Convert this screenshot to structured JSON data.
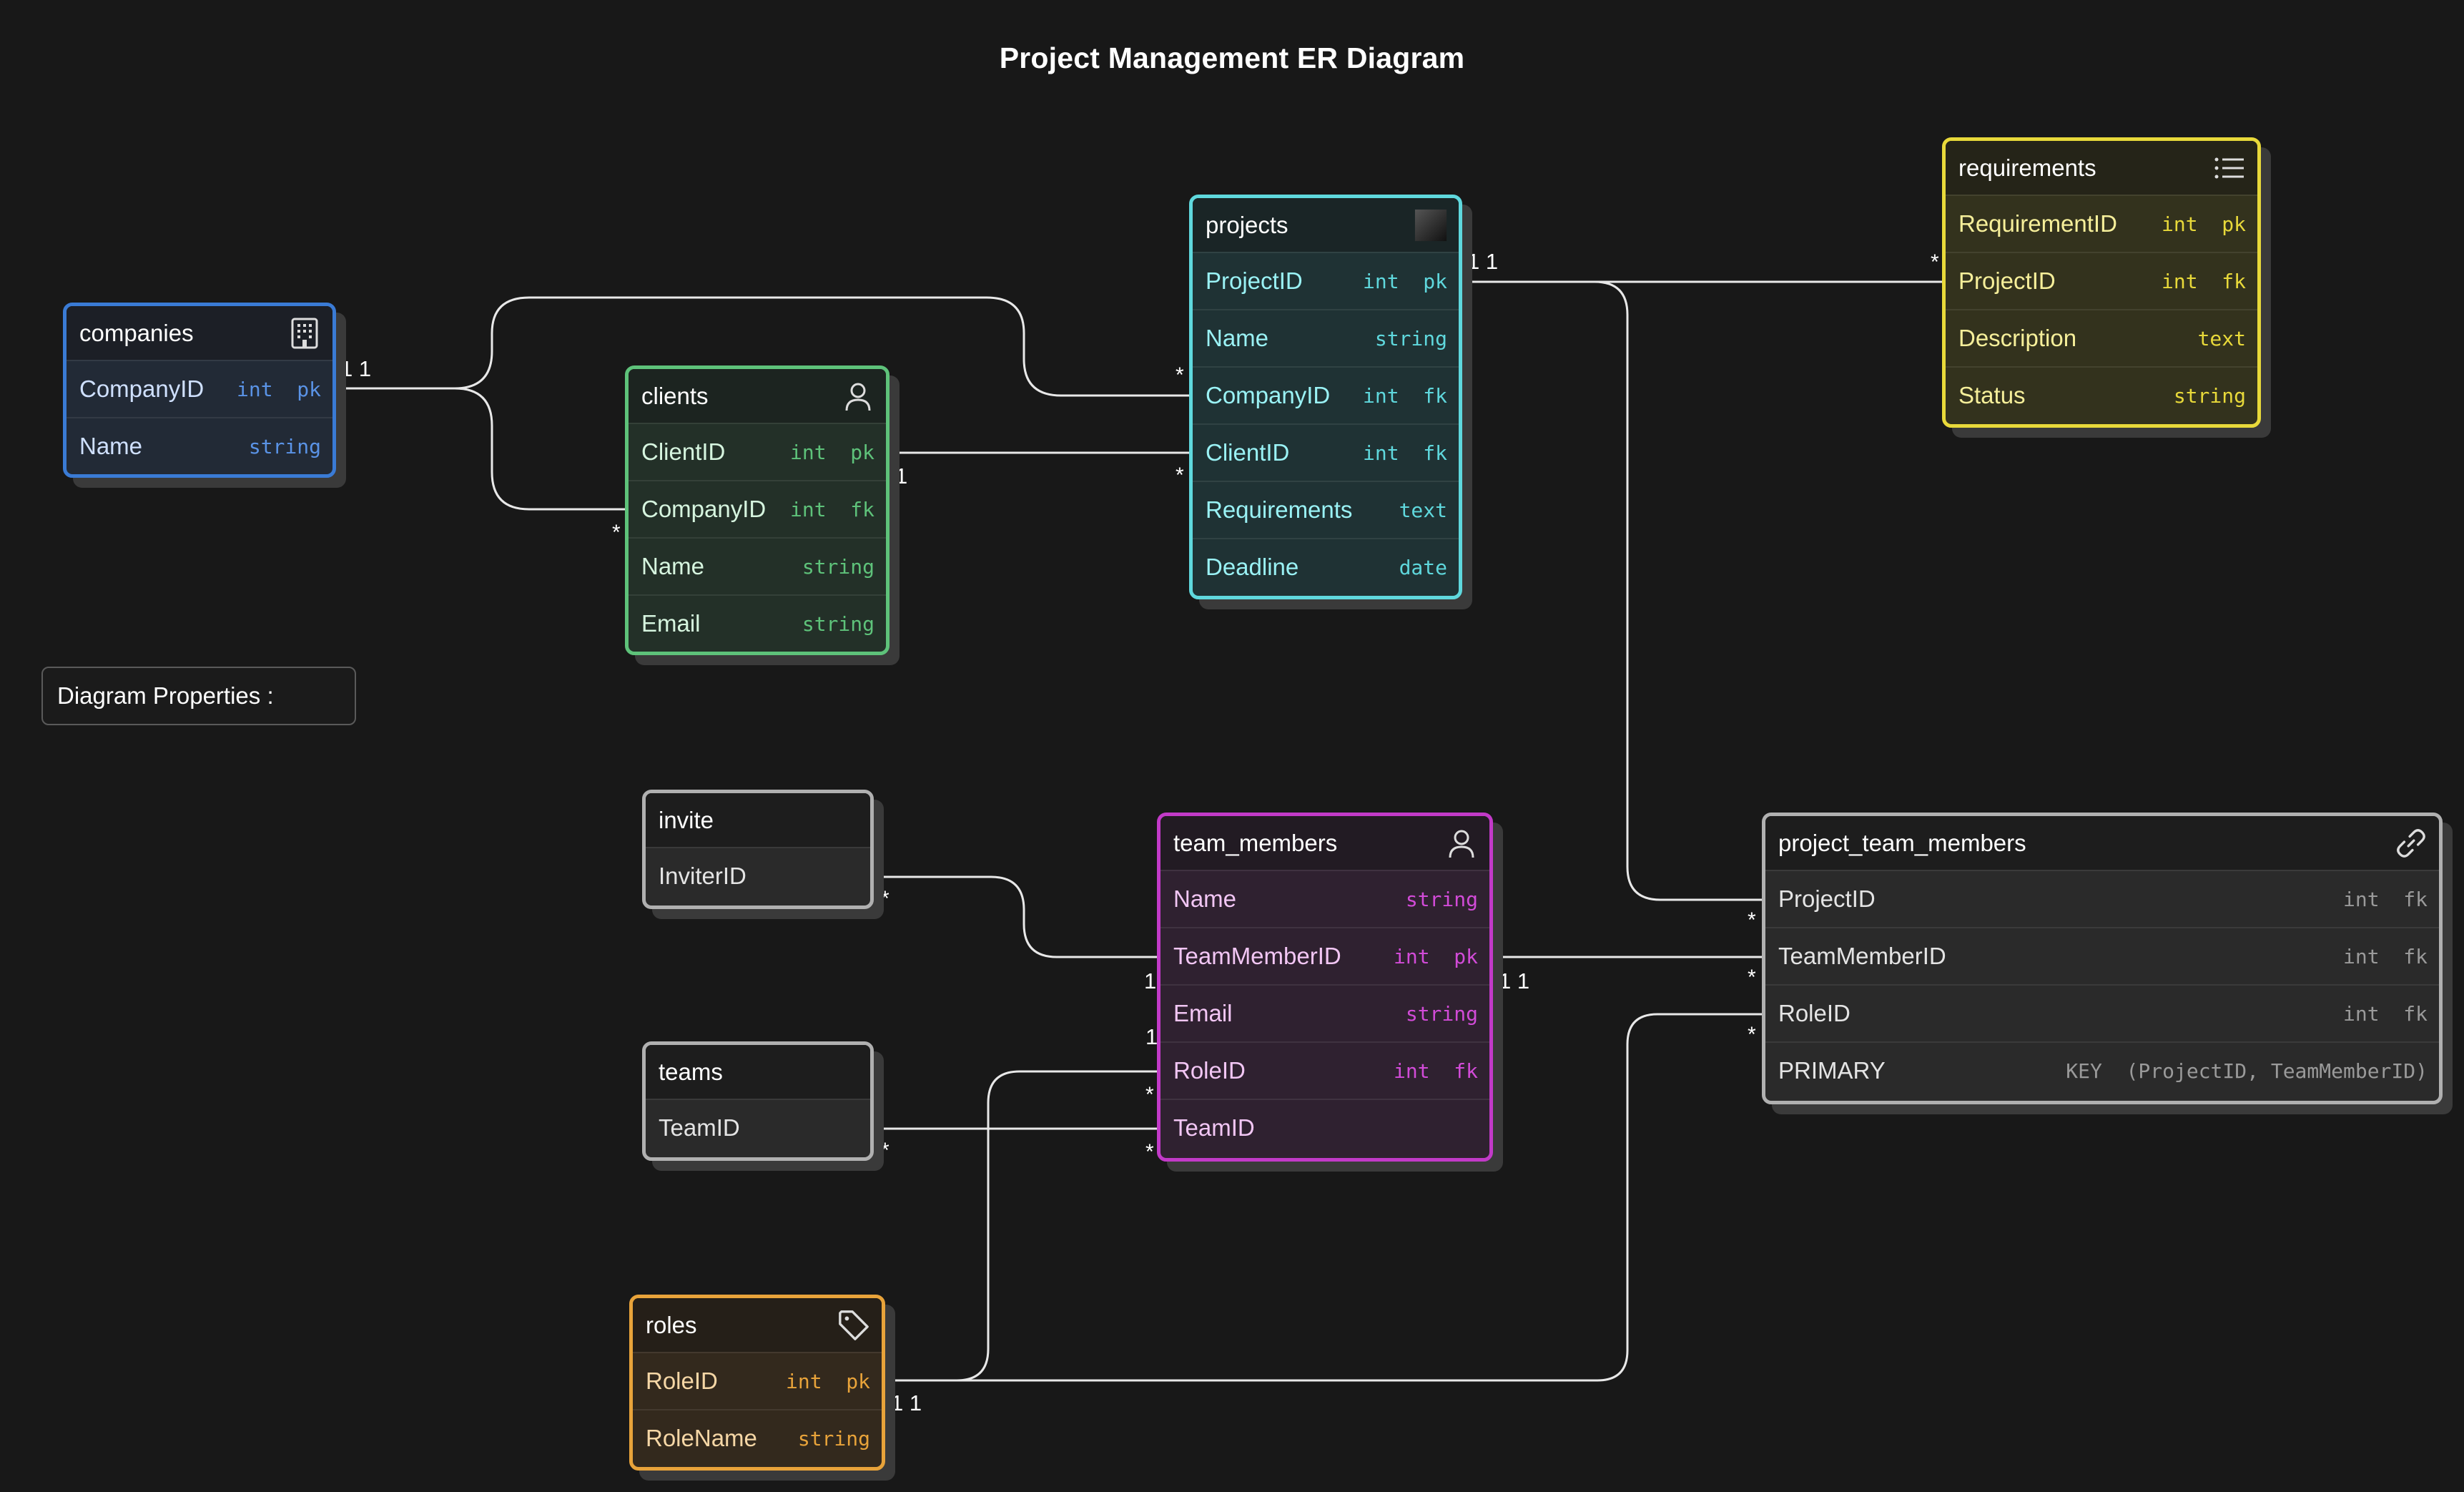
{
  "diagram": {
    "title": "Project Management ER Diagram",
    "properties_label": "Diagram Properties :"
  },
  "entities": {
    "companies": {
      "name": "companies",
      "icon": "building-icon",
      "color": "#3a7bd5",
      "fields": [
        {
          "name": "CompanyID",
          "type": "int  pk"
        },
        {
          "name": "Name",
          "type": "string"
        }
      ]
    },
    "clients": {
      "name": "clients",
      "icon": "person-icon",
      "color": "#5ec27a",
      "fields": [
        {
          "name": "ClientID",
          "type": "int  pk"
        },
        {
          "name": "CompanyID",
          "type": "int  fk"
        },
        {
          "name": "Name",
          "type": "string"
        },
        {
          "name": "Email",
          "type": "string"
        }
      ]
    },
    "projects": {
      "name": "projects",
      "icon": "square-icon",
      "color": "#5fd8dd",
      "fields": [
        {
          "name": "ProjectID",
          "type": "int  pk"
        },
        {
          "name": "Name",
          "type": "string"
        },
        {
          "name": "CompanyID",
          "type": "int  fk"
        },
        {
          "name": "ClientID",
          "type": "int  fk"
        },
        {
          "name": "Requirements",
          "type": "text"
        },
        {
          "name": "Deadline",
          "type": "date"
        }
      ]
    },
    "requirements": {
      "name": "requirements",
      "icon": "list-icon",
      "color": "#e8d93a",
      "fields": [
        {
          "name": "RequirementID",
          "type": "int  pk"
        },
        {
          "name": "ProjectID",
          "type": "int  fk"
        },
        {
          "name": "Description",
          "type": "text"
        },
        {
          "name": "Status",
          "type": "string"
        }
      ]
    },
    "invite": {
      "name": "invite",
      "color": "#b0b0b0",
      "fields": [
        {
          "name": "InviterID",
          "type": ""
        }
      ]
    },
    "teams": {
      "name": "teams",
      "color": "#b0b0b0",
      "fields": [
        {
          "name": "TeamID",
          "type": ""
        }
      ]
    },
    "team_members": {
      "name": "team_members",
      "icon": "person-icon",
      "color": "#c23ac8",
      "fields": [
        {
          "name": "Name",
          "type": "string"
        },
        {
          "name": "TeamMemberID",
          "type": "int  pk"
        },
        {
          "name": "Email",
          "type": "string"
        },
        {
          "name": "RoleID",
          "type": "int  fk"
        },
        {
          "name": "TeamID",
          "type": ""
        }
      ]
    },
    "project_team_members": {
      "name": "project_team_members",
      "icon": "link-icon",
      "color": "#b0b0b0",
      "fields": [
        {
          "name": "ProjectID",
          "type": "int  fk"
        },
        {
          "name": "TeamMemberID",
          "type": "int  fk"
        },
        {
          "name": "RoleID",
          "type": "int  fk"
        },
        {
          "name": "PRIMARY",
          "type": "KEY  (ProjectID, TeamMemberID)"
        }
      ]
    },
    "roles": {
      "name": "roles",
      "icon": "tag-icon",
      "color": "#e8a33a",
      "fields": [
        {
          "name": "RoleID",
          "type": "int  pk"
        },
        {
          "name": "RoleName",
          "type": "string"
        }
      ]
    }
  },
  "cardinality": {
    "one_one": "1 1",
    "one": "1",
    "many": "*"
  }
}
